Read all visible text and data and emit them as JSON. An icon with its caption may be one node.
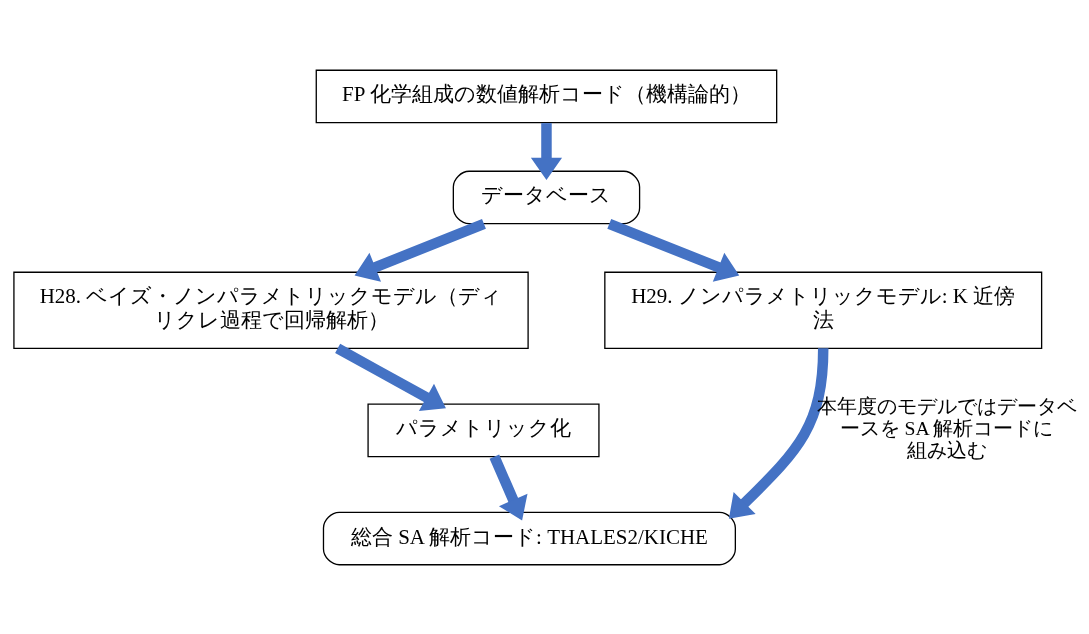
{
  "diagram": {
    "nodes": [
      {
        "text": [
          "FP 化学組成の数値解析コード（機構論的）"
        ]
      },
      {
        "text": [
          "データベース"
        ]
      },
      {
        "text": [
          "H28. ベイズ・ノンパラメトリックモデル（ディリクレ過程で回帰解析）"
        ]
      },
      {
        "text": [
          "H29. ノンパラメトリックモデル: K 近傍法"
        ]
      },
      {
        "text": [
          "パラメトリック化"
        ]
      },
      {
        "text": [
          "総合 SA 解析コード: THALES2/KICHE"
        ]
      }
    ],
    "edges": [
      {
        "from": 0,
        "to": 1,
        "arrow": "to"
      },
      {
        "from": 1,
        "to": 2,
        "arrow": "to"
      },
      {
        "from": 1,
        "to": 3,
        "arrow": "to"
      },
      {
        "from": 2,
        "to": 4,
        "arrow": "to"
      },
      {
        "from": 4,
        "to": 5,
        "arrow": "to"
      },
      {
        "from": 3,
        "to": 5,
        "arrow": "to",
        "label": "本年度のモデルではデータベースを SA 解析コードに組み込む"
      }
    ]
  }
}
